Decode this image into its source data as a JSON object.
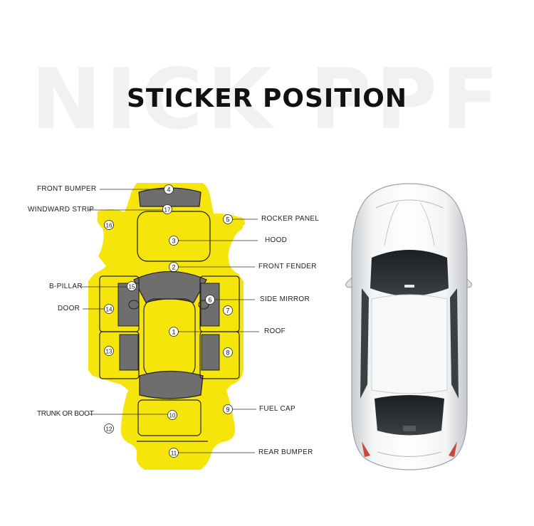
{
  "watermark": "NICK PPF",
  "title": "STICKER POSITION",
  "colors": {
    "sticker": "#f5e50a",
    "panel": "#6e6e6e",
    "line": "#2b2b2b",
    "text": "#111111"
  },
  "callouts": {
    "n1": "1",
    "n2": "2",
    "n3": "3",
    "n4": "4",
    "n5": "5",
    "n6": "6",
    "n7": "7",
    "n8": "8",
    "n9": "9",
    "n10": "10",
    "n11": "11",
    "n12": "12",
    "n13": "13",
    "n14": "14",
    "n15": "15",
    "n16": "16",
    "n17": "17"
  },
  "labels": {
    "front_bumper": "FRONT BUMPER",
    "windward_strip": "WINDWARD STRIP",
    "b_pillar": "B-PILLAR",
    "door": "DOOR",
    "trunk_or_boot": "TRUNK OR BOOT",
    "rocker_panel": "ROCKER PANEL",
    "hood": "HOOD",
    "front_fender": "FRONT FENDER",
    "side_mirror": "SIDE MIRROR",
    "roof": "ROOF",
    "fuel_cap": "FUEL CAP",
    "rear_bumper": "REAR BUMPER"
  }
}
